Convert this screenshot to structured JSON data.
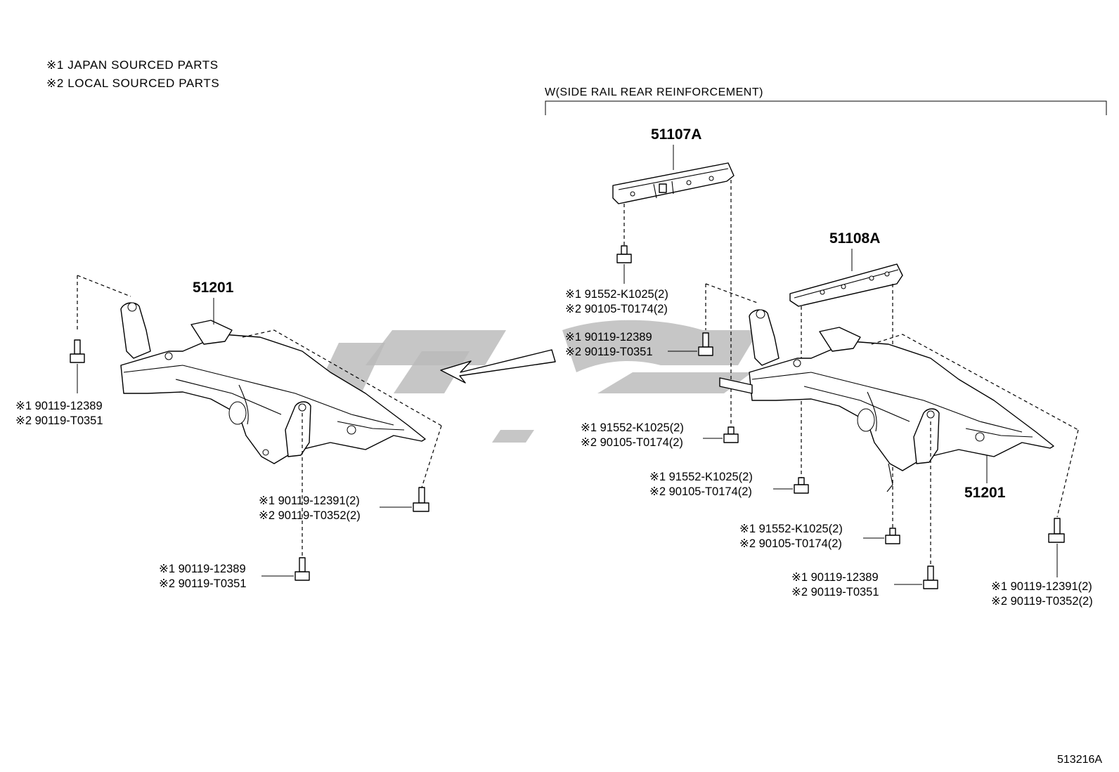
{
  "legend": {
    "japan": "※1 JAPAN SOURCED PARTS",
    "local": "※2 LOCAL SOURCED PARTS"
  },
  "variant_header": "W(SIDE RAIL REAR REINFORCEMENT)",
  "illustration_code": "513216A",
  "parts": {
    "crossmember_left": "51201",
    "crossmember_right": "51201",
    "reinforcement_a": "51107A",
    "reinforcement_b": "51108A"
  },
  "callouts": {
    "left_upper_bolt": {
      "jp": "※1 90119-12389",
      "local": "※2 90119-T0351"
    },
    "left_front_bolt": {
      "jp": "※1 90119-12391(2)",
      "local": "※2 90119-T0352(2)"
    },
    "left_lower_bolt": {
      "jp": "※1 90119-12389",
      "local": "※2 90119-T0351"
    },
    "right_screw_1": {
      "jp": "※1 91552-K1025(2)",
      "local": "※2 90105-T0174(2)"
    },
    "right_upper_bolt": {
      "jp": "※1 90119-12389",
      "local": "※2 90119-T0351"
    },
    "right_screw_2": {
      "jp": "※1 91552-K1025(2)",
      "local": "※2 90105-T0174(2)"
    },
    "right_screw_3": {
      "jp": "※1 91552-K1025(2)",
      "local": "※2 90105-T0174(2)"
    },
    "right_screw_4": {
      "jp": "※1 91552-K1025(2)",
      "local": "※2 90105-T0174(2)"
    },
    "right_lower_bolt": {
      "jp": "※1 90119-12389",
      "local": "※2 90119-T0351"
    },
    "right_front_bolt": {
      "jp": "※1 90119-12391(2)",
      "local": "※2 90119-T0352(2)"
    }
  }
}
